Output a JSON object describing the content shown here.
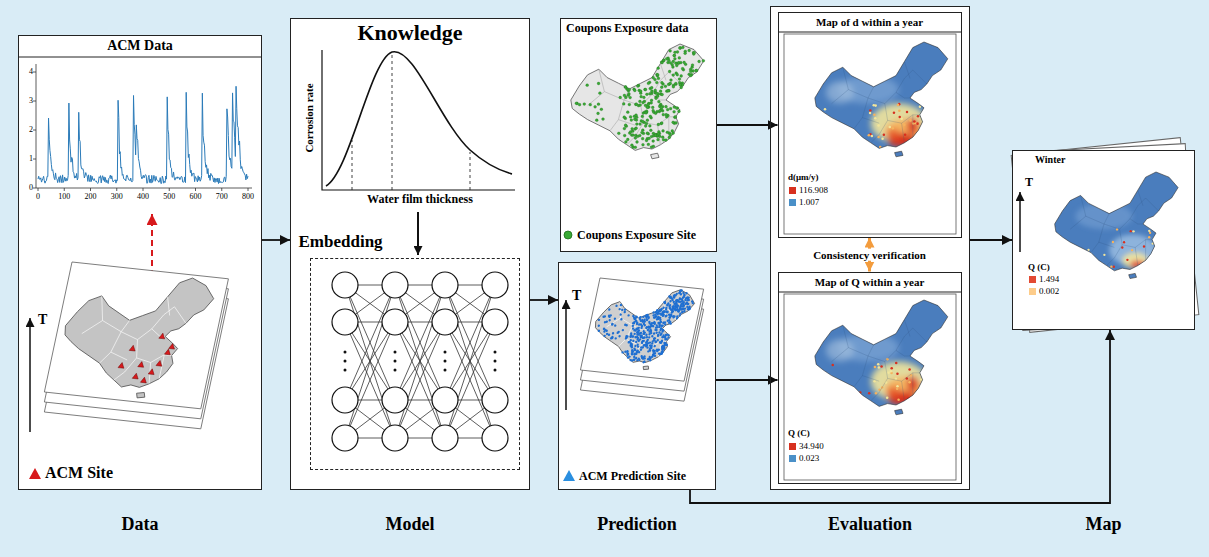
{
  "diagram": {
    "nodes": [
      {
        "text": [
          "ACM Data",
          "ACM Site",
          "Data"
        ]
      },
      {
        "text": [
          "Knowledge",
          "Model"
        ]
      },
      {
        "text": [
          "Embedding"
        ],
        "in": 1
      },
      {
        "text": [
          "Coupons Exposure data",
          "Coupons Exposure Site"
        ]
      },
      {
        "text": [
          "ACM Prediction Site",
          "Prediction"
        ]
      },
      {
        "text": [
          "Evaluation"
        ]
      },
      {
        "text": [
          "Map of d within a year"
        ],
        "in": 5
      },
      {
        "text": [
          "Map of Q within a year"
        ],
        "in": 5
      },
      {
        "text": [
          "Winter",
          "Map"
        ]
      }
    ],
    "edges": [
      {
        "from": 0,
        "to": 1,
        "arrow": "to"
      },
      {
        "from": 1,
        "to": 4,
        "arrow": "to"
      },
      {
        "from": 3,
        "to": 6,
        "arrow": "to"
      },
      {
        "from": 4,
        "to": 7,
        "arrow": "to"
      },
      {
        "from": 6,
        "to": 7,
        "label": "Consistency verification",
        "arrow": "both"
      },
      {
        "from": 5,
        "to": 8,
        "arrow": "to"
      },
      {
        "from": 4,
        "to": 8,
        "arrow": "to"
      }
    ],
    "labels": [
      "4",
      "3",
      "2",
      "1",
      "0",
      "0",
      "100",
      "200",
      "300",
      "400",
      "500",
      "600",
      "700",
      "800",
      "Corrosion rate",
      "Water film thickness",
      "T",
      "T",
      "T",
      "d(μm/y)",
      "Q (C)",
      "Q (C)"
    ],
    "legend": [
      {
        "text": "116.908",
        "color": "#d7301f"
      },
      {
        "text": "1.007",
        "color": "#4a90c8"
      },
      {
        "text": "34.940",
        "color": "#d7301f"
      },
      {
        "text": "0.023",
        "color": "#4a90c8"
      },
      {
        "text": "1.494",
        "color": "#e34a33"
      },
      {
        "text": "0.002",
        "color": "#fdcc8a"
      }
    ]
  }
}
